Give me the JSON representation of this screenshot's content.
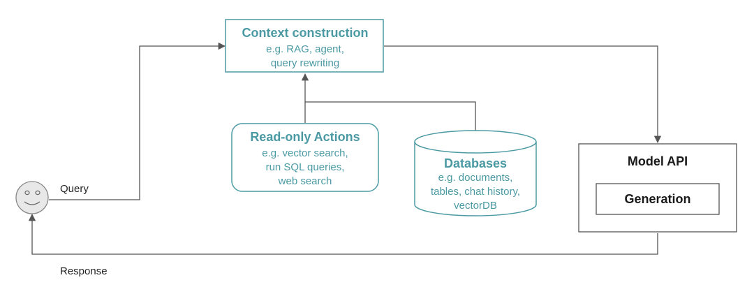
{
  "colors": {
    "accent": "#4b9aa3",
    "line": "#555555",
    "dark": "#1a1a1a"
  },
  "context_box": {
    "title": "Context construction",
    "line1": "e.g. RAG, agent,",
    "line2": "query rewriting"
  },
  "actions_box": {
    "title": "Read-only Actions",
    "line1": "e.g. vector search,",
    "line2": "run SQL queries,",
    "line3": "web search"
  },
  "databases": {
    "title": "Databases",
    "line1": "e.g. documents,",
    "line2": "tables, chat history,",
    "line3": "vectorDB"
  },
  "model_api": {
    "title": "Model API",
    "generation": "Generation"
  },
  "user": {
    "icon": "smiley-face-icon"
  },
  "edges": {
    "query": "Query",
    "response": "Response"
  }
}
